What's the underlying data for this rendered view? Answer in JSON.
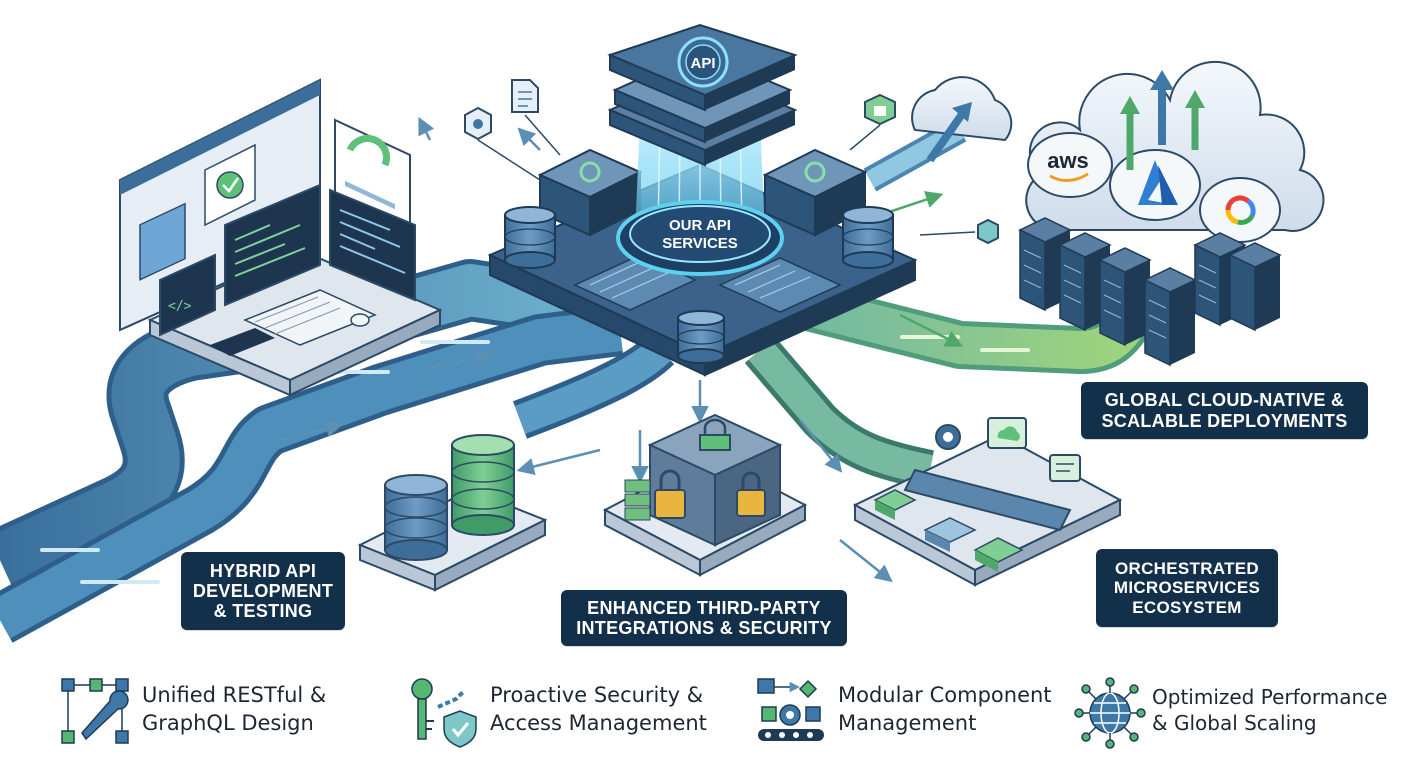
{
  "core": {
    "badge": "API",
    "line1": "OUR API",
    "line2": "SERVICES"
  },
  "clouds": {
    "aws": "aws"
  },
  "code_glyph": "</>",
  "labels": {
    "hybrid": [
      "HYBRID API",
      "DEVELOPMENT",
      "& TESTING"
    ],
    "integrations": [
      "ENHANCED THIRD-PARTY",
      "INTEGRATIONS & SECURITY"
    ],
    "cloud": [
      "GLOBAL CLOUD-NATIVE &",
      "SCALABLE DEPLOYMENTS"
    ],
    "micro": [
      "ORCHESTRATED",
      "MICROSERVICES",
      "ECOSYSTEM"
    ]
  },
  "features": [
    {
      "icon": "restful-graphql-icon",
      "line1": "Unified RESTful &",
      "line2": "GraphQL Design"
    },
    {
      "icon": "key-shield-icon",
      "line1": "Proactive Security &",
      "line2": "Access Management"
    },
    {
      "icon": "modular-component-icon",
      "line1": "Modular Component",
      "line2": "Management"
    },
    {
      "icon": "global-network-icon",
      "line1": "Optimized Performance",
      "line2": "& Global Scaling"
    }
  ],
  "colors": {
    "navy": "#13304a",
    "blue": "#3d78a8",
    "teal": "#7ec7c9",
    "green": "#56b870",
    "lime": "#a6d67a"
  }
}
